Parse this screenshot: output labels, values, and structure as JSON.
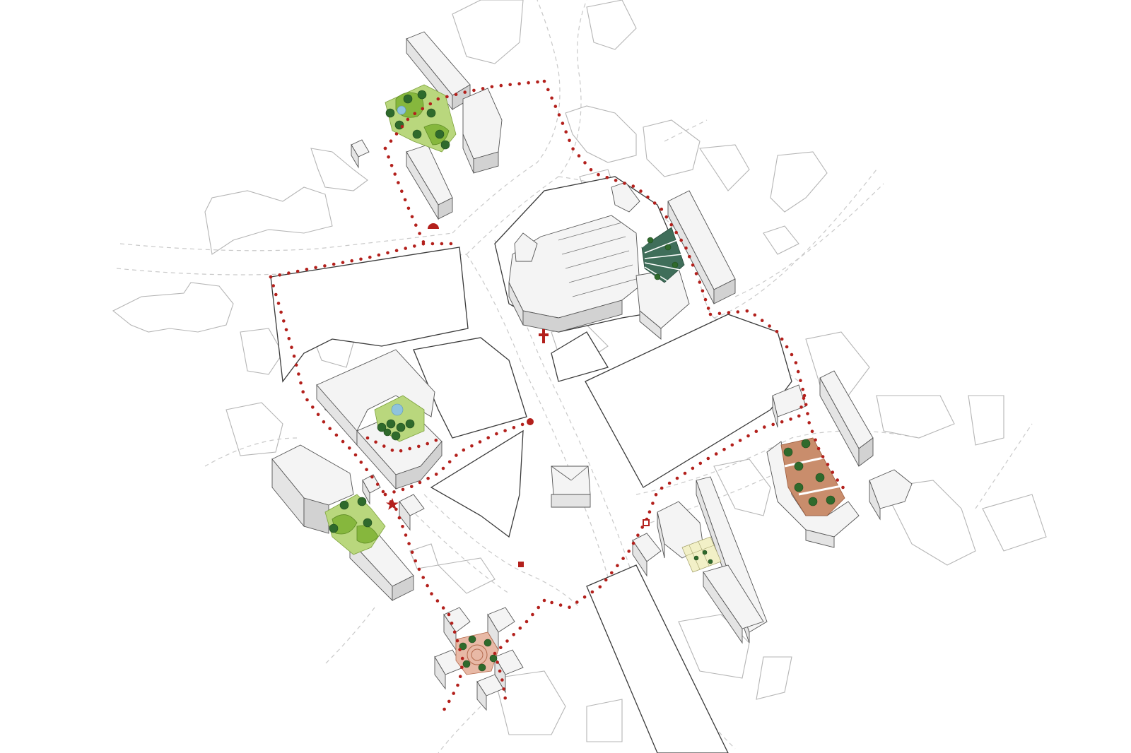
{
  "map": {
    "description_kind": "axonometric site plan",
    "colors": {
      "route": "#b3201c",
      "plot_outline": "#3a3a3a",
      "street_dash": "#c9c9c9",
      "footprint": "#b5b5b5",
      "green_light": "#b9d77d",
      "green_mid": "#86b73d",
      "tree": "#2f6a2c",
      "terracotta": "#c98d6c",
      "pink": "#e8b9a6",
      "dark_green": "#3f6e5a",
      "water": "#8fc3dd"
    },
    "markers": [
      {
        "name": "cross-marker",
        "icon": "latin-cross"
      },
      {
        "name": "semicircle-marker",
        "icon": "semicircle"
      },
      {
        "name": "circle-marker",
        "icon": "circle"
      },
      {
        "name": "star-marker",
        "icon": "star"
      },
      {
        "name": "square-marker",
        "icon": "square"
      },
      {
        "name": "hollow-square-marker",
        "icon": "hollow-square"
      }
    ],
    "gardens": [
      {
        "name": "north-garden",
        "style": "green"
      },
      {
        "name": "courtyard-garden",
        "style": "green-with-water"
      },
      {
        "name": "west-garden",
        "style": "green"
      },
      {
        "name": "south-garden",
        "style": "pink-circular"
      },
      {
        "name": "church-garden",
        "style": "dark-green-radial"
      },
      {
        "name": "east-garden",
        "style": "terracotta"
      },
      {
        "name": "allotment-garden",
        "style": "vegetable-grid"
      }
    ]
  }
}
